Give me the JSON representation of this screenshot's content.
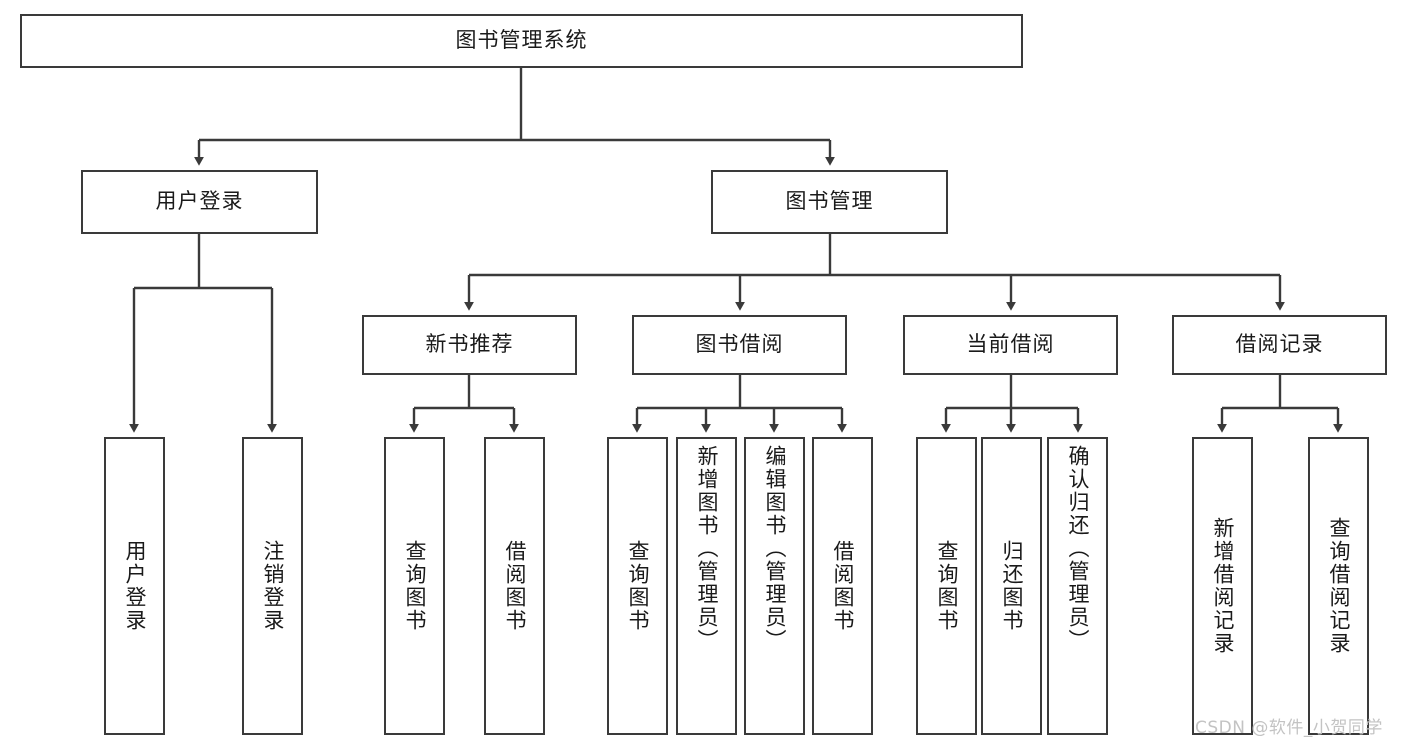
{
  "diagram": {
    "type": "tree-hierarchy",
    "title": "图书管理系统",
    "orientation": "top-down",
    "watermark": "CSDN @软件_小贺同学",
    "colors": {
      "box_border": "#3a3a3a",
      "box_fill": "#ffffff",
      "connector": "#3a3a3a",
      "text": "#1a1a1a",
      "watermark": "#c3c3c3"
    },
    "nodes": {
      "root": {
        "label": "图书管理系统",
        "level": 0,
        "text_orientation": "horizontal"
      },
      "l1": [
        {
          "id": "user-login",
          "label": "用户登录",
          "level": 1,
          "text_orientation": "horizontal"
        },
        {
          "id": "book-manage",
          "label": "图书管理",
          "level": 1,
          "text_orientation": "horizontal"
        }
      ],
      "l2": [
        {
          "id": "new-book-rec",
          "label": "新书推荐",
          "level": 2,
          "parent": "book-manage",
          "text_orientation": "horizontal"
        },
        {
          "id": "book-borrow",
          "label": "图书借阅",
          "level": 2,
          "parent": "book-manage",
          "text_orientation": "horizontal"
        },
        {
          "id": "current-borrow",
          "label": "当前借阅",
          "level": 2,
          "parent": "book-manage",
          "text_orientation": "horizontal"
        },
        {
          "id": "borrow-record",
          "label": "借阅记录",
          "level": 2,
          "parent": "book-manage",
          "text_orientation": "horizontal"
        }
      ],
      "leaves": [
        {
          "id": "leaf-user-login",
          "label": "用户登录",
          "parent": "user-login",
          "text_orientation": "vertical"
        },
        {
          "id": "leaf-user-logout",
          "label": "注销登录",
          "parent": "user-login",
          "text_orientation": "vertical"
        },
        {
          "id": "leaf-query-book-1",
          "label": "查询图书",
          "parent": "new-book-rec",
          "text_orientation": "vertical"
        },
        {
          "id": "leaf-borrow-book-1",
          "label": "借阅图书",
          "parent": "new-book-rec",
          "text_orientation": "vertical"
        },
        {
          "id": "leaf-query-book-2",
          "label": "查询图书",
          "parent": "book-borrow",
          "text_orientation": "vertical"
        },
        {
          "id": "leaf-add-book",
          "label": "新增图书（管理员）",
          "parent": "book-borrow",
          "text_orientation": "vertical"
        },
        {
          "id": "leaf-edit-book",
          "label": "编辑图书（管理员）",
          "parent": "book-borrow",
          "text_orientation": "vertical"
        },
        {
          "id": "leaf-borrow-book-2",
          "label": "借阅图书",
          "parent": "book-borrow",
          "text_orientation": "vertical"
        },
        {
          "id": "leaf-query-book-3",
          "label": "查询图书",
          "parent": "current-borrow",
          "text_orientation": "vertical"
        },
        {
          "id": "leaf-return-book",
          "label": "归还图书",
          "parent": "current-borrow",
          "text_orientation": "vertical"
        },
        {
          "id": "leaf-confirm-return",
          "label": "确认归还（管理员）",
          "parent": "current-borrow",
          "text_orientation": "vertical"
        },
        {
          "id": "leaf-add-record",
          "label": "新增借阅记录",
          "parent": "borrow-record",
          "text_orientation": "vertical"
        },
        {
          "id": "leaf-query-record",
          "label": "查询借阅记录",
          "parent": "borrow-record",
          "text_orientation": "vertical"
        }
      ]
    }
  }
}
